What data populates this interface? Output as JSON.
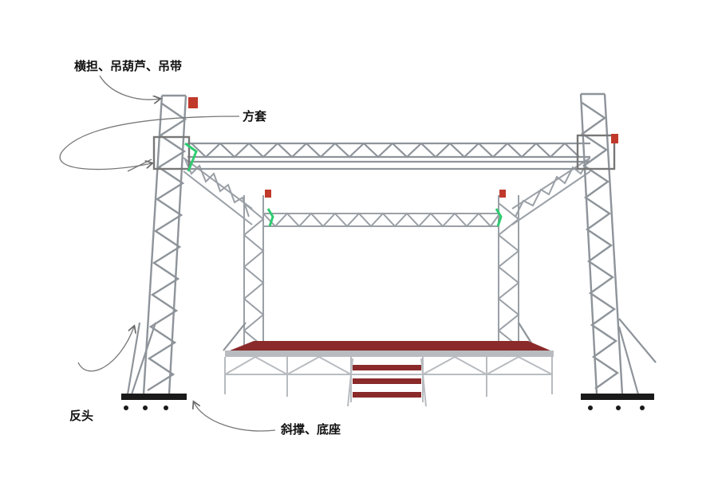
{
  "labels": {
    "hoist": "横担、吊葫芦、吊带",
    "sleeve": "方套",
    "outrigger": "反头",
    "brace_base": "斜撑、底座"
  },
  "colors": {
    "truss": "#9aa0a6",
    "truss_dark": "#6f757b",
    "stage_deck": "#8a2a2a",
    "stage_frame": "#b8bcc0",
    "hoist_red": "#c0392b",
    "strap_green": "#2ecc71",
    "base_black": "#1a1a1a",
    "arrow": "#777777"
  }
}
